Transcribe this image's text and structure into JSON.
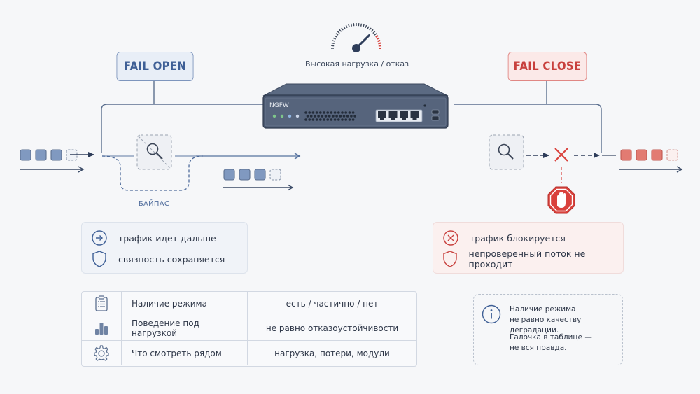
{
  "gauge": {
    "caption": "Высокая нагрузка / отказ",
    "level": 0.75,
    "icon": "speedometer-icon"
  },
  "device": {
    "label": "NGFW",
    "led_colors": [
      "#7ec58a",
      "#7ec58a",
      "#8fb4e0",
      "#c9d4e6"
    ],
    "ports": 4
  },
  "fail_open": {
    "title": "FAIL OPEN",
    "bypass_label": "БАЙПАС",
    "color": "#3e5f96",
    "packet_color": "#8099c0",
    "card": {
      "items": [
        {
          "icon": "arrow-right-circle-icon",
          "text": "трафик идет дальше"
        },
        {
          "icon": "shield-icon",
          "text": "связность сохраняется"
        }
      ]
    }
  },
  "fail_close": {
    "title": "FAIL CLOSE",
    "color": "#c8403d",
    "packet_color": "#e27b72",
    "stop_icon": "stop-hand-icon",
    "card": {
      "items": [
        {
          "icon": "x-circle-icon",
          "text": "трафик блокируется"
        },
        {
          "icon": "shield-icon",
          "text": "непроверенный поток не проходит"
        }
      ]
    }
  },
  "table": {
    "rows": [
      {
        "icon": "clipboard-list-icon",
        "label": "Наличие режима",
        "value": "есть / частично / нет"
      },
      {
        "icon": "bar-chart-icon",
        "label": "Поведение под нагрузкой",
        "value": "не равно отказоустойчивости"
      },
      {
        "icon": "gear-icon",
        "label": "Что смотреть рядом",
        "value": "нагрузка, потери, модули"
      }
    ]
  },
  "note": {
    "icon": "info-icon",
    "line1": "Наличие режима",
    "line2": "не равно качеству деградации.",
    "line3": "Галочка в таблице —",
    "line4": "не вся правда."
  }
}
